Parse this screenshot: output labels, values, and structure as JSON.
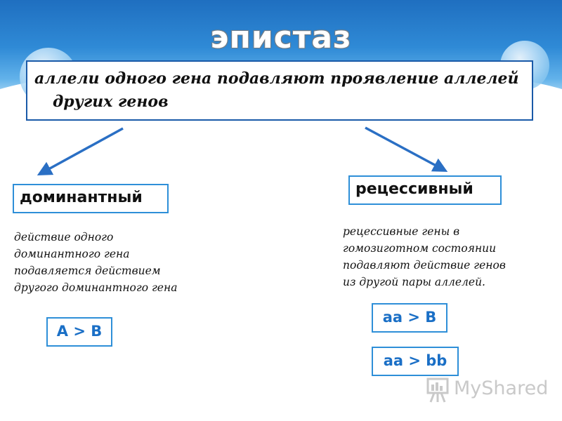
{
  "title": "эпистаз",
  "definition": {
    "line1": "аллели одного гена подавляют проявление аллелей",
    "line2": "других генов"
  },
  "types": {
    "dominant": {
      "label": "доминантный",
      "description": [
        "действие одного",
        "доминантного гена",
        "подавляется действием",
        "другого доминантного гена"
      ],
      "formulas": [
        "A > B"
      ]
    },
    "recessive": {
      "label": "рецессивный",
      "description": [
        "рецессивные гены в",
        "гомозиготном состоянии",
        "подавляют действие генов",
        "из другой пары аллелей."
      ],
      "formulas": [
        "aa > B",
        "aa > bb"
      ]
    }
  },
  "watermark": {
    "text": "MyShared",
    "icon": "presentation-board-icon"
  },
  "colors": {
    "header_blue": "#2f8ad6",
    "box_border": "#2e8fd8",
    "definition_border": "#1a5aa8",
    "formula_text": "#1a6fc6",
    "arrow": "#2a6fc4"
  }
}
